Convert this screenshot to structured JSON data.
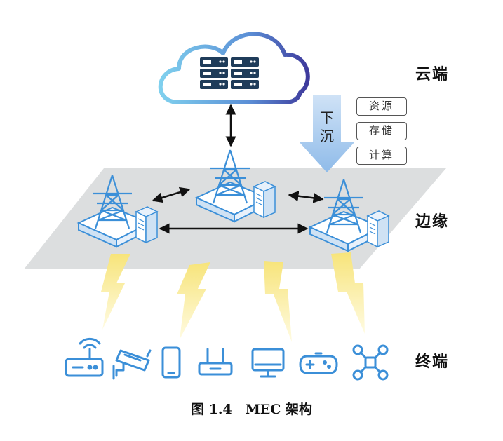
{
  "tiers": {
    "cloud": "云端",
    "edge": "边缘",
    "terminal": "终端"
  },
  "offload": {
    "line1": "下",
    "line2": "沉"
  },
  "tags": [
    "资源",
    "存储",
    "计算"
  ],
  "caption": "图 1.4　MEC 架构",
  "icons": {
    "cloud": "cloud-server-icon",
    "towers": [
      "tower-left-icon",
      "tower-center-icon",
      "tower-right-icon"
    ],
    "devices": [
      "router-icon",
      "camera-icon",
      "phone-icon",
      "wifi-router-icon",
      "monitor-icon",
      "gamepad-icon",
      "drone-icon"
    ]
  },
  "colors": {
    "blue": "#3b8fd8",
    "plane": "#dcdedf",
    "lightning": "#fff2a8",
    "arrow": "#a9cbee"
  }
}
